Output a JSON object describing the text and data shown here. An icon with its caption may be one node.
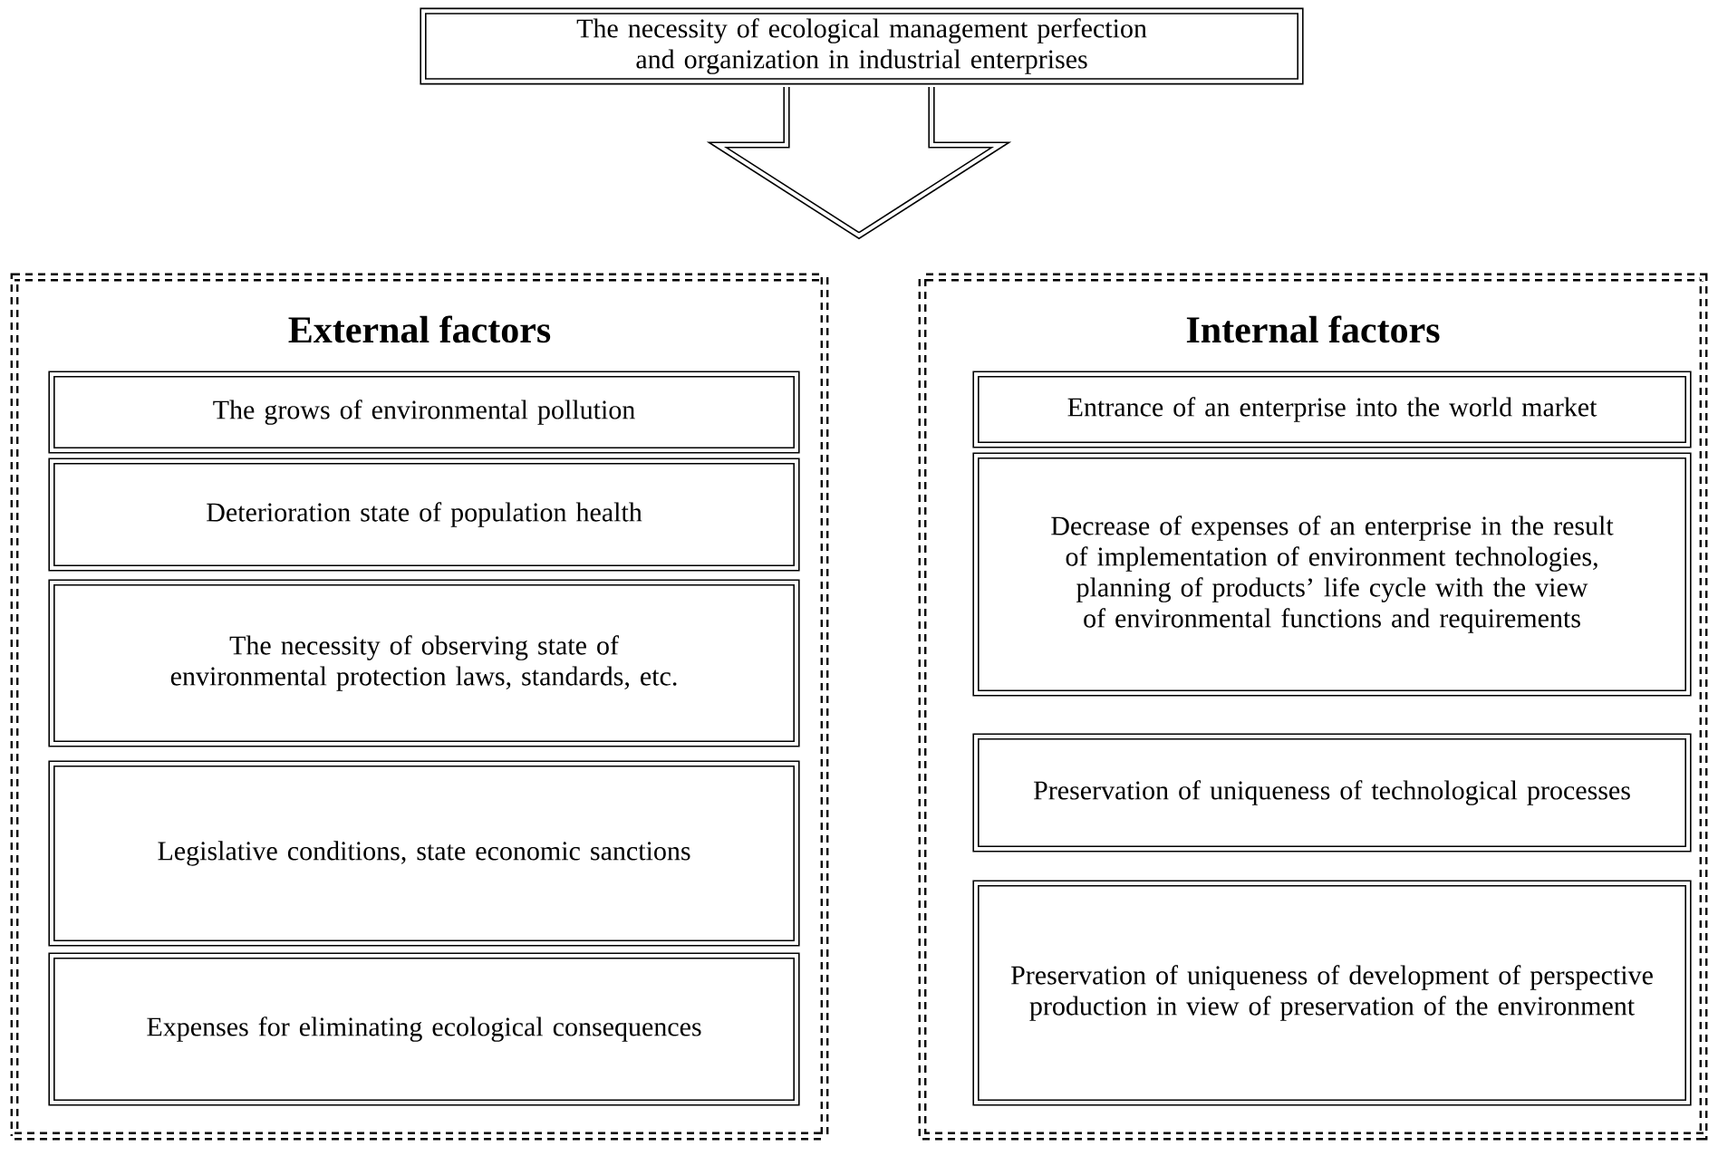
{
  "diagram": {
    "nodes": [
      {
        "text": [
          "The necessity of ecological management perfection and organization in industrial enterprises"
        ]
      },
      {
        "text": [
          "External factors"
        ]
      },
      {
        "text": [
          "The grows of environmental pollution"
        ],
        "in": 1
      },
      {
        "text": [
          "Deterioration state of population health"
        ],
        "in": 1
      },
      {
        "text": [
          "The necessity of observing state of environmental protection laws, standards, etc."
        ],
        "in": 1
      },
      {
        "text": [
          "Legislative conditions, state economic sanctions"
        ],
        "in": 1
      },
      {
        "text": [
          "Expenses for eliminating ecological consequences"
        ],
        "in": 1
      },
      {
        "text": [
          "Internal factors"
        ]
      },
      {
        "text": [
          "Entrance of an enterprise into the world market"
        ],
        "in": 7
      },
      {
        "text": [
          "Decrease of expenses of an enterprise in the result of implementation of environment technologies, planning of products’ life cycle with the view of environmental functions and requirements"
        ],
        "in": 7
      },
      {
        "text": [
          "Preservation of uniqueness of technological processes"
        ],
        "in": 7
      },
      {
        "text": [
          "Preservation of uniqueness of development of perspective production in view of preservation of the environment"
        ],
        "in": 7
      }
    ]
  }
}
